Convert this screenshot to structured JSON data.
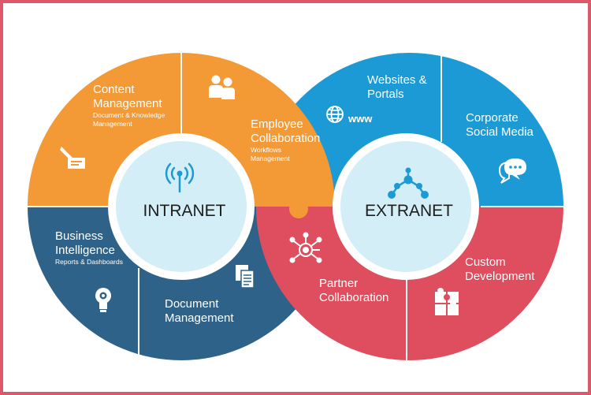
{
  "colors": {
    "border": "#dd5869",
    "orange": "#f39a36",
    "blue": "#1c9ad6",
    "navy": "#2e6288",
    "red": "#de4e5e",
    "hub_fill": "#d4eef8",
    "hub_ring": "#ffffff",
    "hub_icon": "#1c9ad6"
  },
  "intranet": {
    "hub_label": "INTRANET",
    "hub_icon": "antenna-icon",
    "segments": [
      {
        "title": "Content\nManagement",
        "subtitle": "Document & Knowledge\nManagement",
        "icon": "pen-writing-icon"
      },
      {
        "title": "Employee\nCollaboration",
        "subtitle": "Workflows\nManagement",
        "icon": "people-icon"
      },
      {
        "title": "Business\nIntelligence",
        "subtitle": "Reports & Dashboards",
        "icon": "lightbulb-gear-icon"
      },
      {
        "title": "Document\nManagement",
        "subtitle": "",
        "icon": "documents-icon"
      }
    ]
  },
  "extranet": {
    "hub_label": "EXTRANET",
    "hub_icon": "network-nodes-icon",
    "segments": [
      {
        "title": "Websites &\nPortals",
        "icon": "globe-icon",
        "icon_text": "www"
      },
      {
        "title": "Corporate\nSocial Media",
        "icon": "chat-bubbles-icon"
      },
      {
        "title": "Partner\nCollaboration",
        "icon": "hub-target-icon"
      },
      {
        "title": "Custom\nDevelopment",
        "icon": "puzzle-pieces-icon"
      }
    ]
  }
}
